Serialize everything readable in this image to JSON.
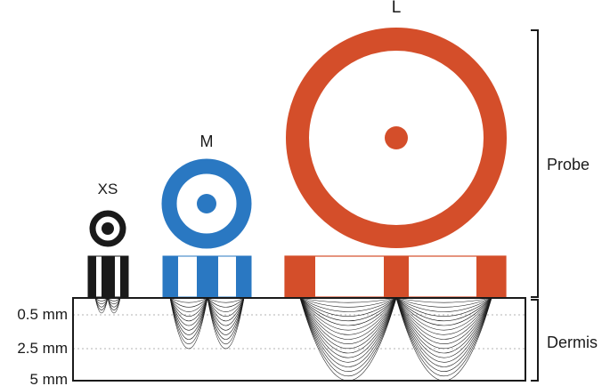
{
  "probes": [
    {
      "id": "xs",
      "label": "XS",
      "color": "#1a1a1a"
    },
    {
      "id": "m",
      "label": "M",
      "color": "#2a78c2"
    },
    {
      "id": "l",
      "label": "L",
      "color": "#d44e2a"
    }
  ],
  "depths": [
    {
      "label": "0.5 mm"
    },
    {
      "label": "2.5 mm"
    },
    {
      "label": "5 mm"
    }
  ],
  "regions": {
    "probe_label": "Probe",
    "dermis_label": "Dermis"
  },
  "colors": {
    "xs": "#1a1a1a",
    "m": "#2a78c2",
    "l": "#d44e2a",
    "outline": "#1a1a1a",
    "gridline": "#9a9a9a"
  }
}
